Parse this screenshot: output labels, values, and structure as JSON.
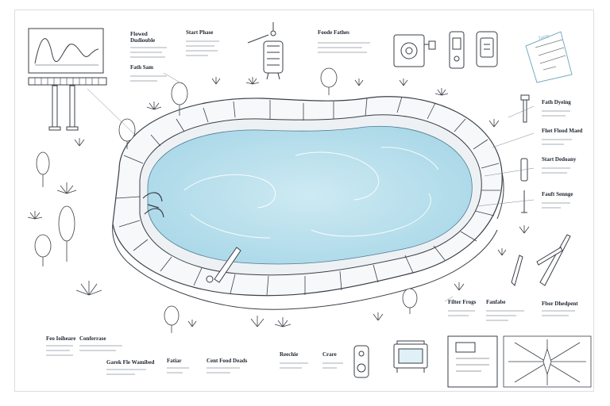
{
  "labels": {
    "top_a": "Flowed",
    "top_b": "Dudiouble",
    "top_c": "Start Phase",
    "top_d": "Foode Fathes",
    "top_e": "Fath Sam",
    "right_1": "Fath Dyeing",
    "right_2": "Fhet Flood Maed",
    "right_3": "Start Dedoany",
    "right_4": "Fauft Sennge",
    "bottom_1": "Filter Frogs",
    "bottom_2": "Fanfabe",
    "bottom_3": "Fbor Dhedpent",
    "left_1": "Feo Ioiheare",
    "left_2": "Conferrase",
    "left_3": "Garek Fle Wamibed",
    "left_4": "Fatiar",
    "left_5": "Cent Food Deads",
    "left_6": "Reechie",
    "left_7": "Crare",
    "sketch_note": "Lorry"
  },
  "colors": {
    "water": "#bfe3ef",
    "water_deep": "#a8d6e6",
    "ink": "#3a3f47",
    "coping": "#f4f5f7",
    "accent": "#8fcde2"
  },
  "icons": [
    "chart-monitor-icon",
    "gate-posts-icon",
    "pool-lamp-icon",
    "pump-motor-icon",
    "control-devices-icon",
    "plan-sheet-icon",
    "ladder-icon",
    "skimmer-pole-icon",
    "brush-icon",
    "thermometer-icon",
    "pump-unit-icon",
    "timer-icon",
    "document-icon",
    "compass-rose-icon",
    "shrub-icon",
    "tree-icon"
  ]
}
